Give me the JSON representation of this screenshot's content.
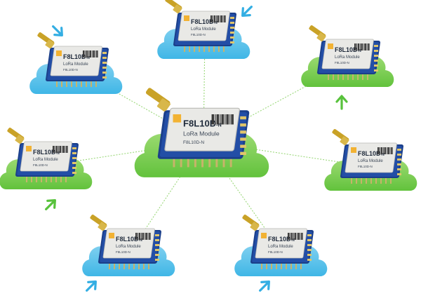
{
  "module": {
    "model": "F8L10D",
    "suffix": "-N",
    "line2": "LoRa Module",
    "line3": "F8L10D-N"
  },
  "colors": {
    "cloud_blue": "#3fb6e6",
    "cloud_blue_light": "#8fd6f2",
    "cloud_green": "#62c23c",
    "cloud_green_light": "#a9e07e",
    "pcb": "#1b3f8a",
    "shield": "#e9e9e6",
    "antenna": "#c9a227",
    "link": "#9bd87a",
    "arrow_blue": "#33aee3",
    "arrow_green": "#58c23c"
  },
  "nodes": [
    {
      "id": "center",
      "role": "hub",
      "cloud": "green",
      "arrow": "none"
    },
    {
      "id": "top-left",
      "role": "node",
      "cloud": "blue",
      "arrow": "down-right"
    },
    {
      "id": "top-center",
      "role": "node",
      "cloud": "blue",
      "arrow": "down-left"
    },
    {
      "id": "top-right",
      "role": "node",
      "cloud": "green",
      "arrow": "up"
    },
    {
      "id": "mid-left",
      "role": "node",
      "cloud": "green",
      "arrow": "up-right"
    },
    {
      "id": "mid-right",
      "role": "node",
      "cloud": "green",
      "arrow": "none"
    },
    {
      "id": "bottom-left",
      "role": "node",
      "cloud": "blue",
      "arrow": "up-right"
    },
    {
      "id": "bottom-right",
      "role": "node",
      "cloud": "blue",
      "arrow": "up-right"
    }
  ],
  "icons": {
    "arrow": "arrow-icon",
    "antenna": "antenna-icon",
    "module": "lora-module-icon",
    "cloud": "cloud-icon"
  }
}
